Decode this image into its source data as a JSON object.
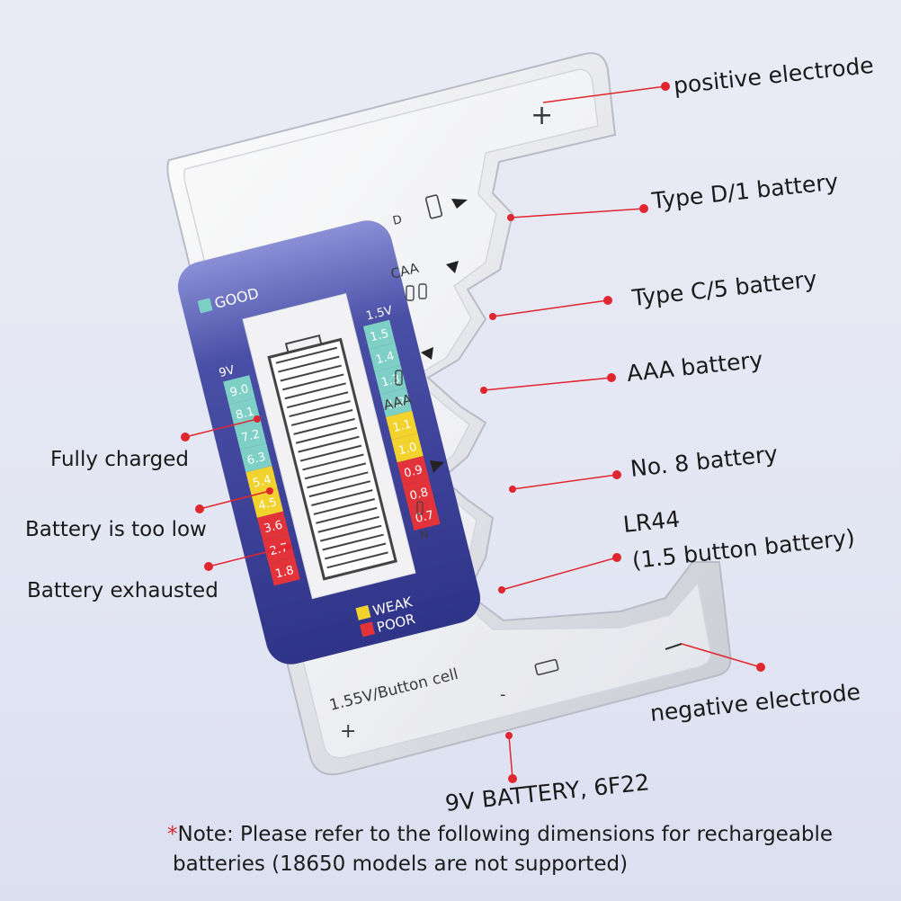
{
  "device": {
    "lcd": {
      "good_label": "GOOD",
      "weak_label": "WEAK",
      "poor_label": "POOR",
      "left_scale_header": "9V",
      "right_scale_header": "1.5V",
      "left_scale": [
        "9.0",
        "8.1",
        "7.2",
        "6.3",
        "5.4",
        "4.5",
        "3.6",
        "2.7",
        "1.8"
      ],
      "right_scale": [
        "1.5",
        "1.4",
        "1.3",
        "1.2",
        "1.1",
        "1.0",
        "0.9",
        "0.8",
        "0.7"
      ],
      "colors": {
        "good": "#7ecfc6",
        "weak": "#f2d22d",
        "poor": "#e2323a",
        "panel": "#3a3f93"
      }
    },
    "slot_marks": {
      "d": "D",
      "caa": "CAA",
      "aaa": "AAA",
      "n": "N"
    },
    "bottom_text": "1.55V/Button cell",
    "plus_sign": "+",
    "minus_sign": "-",
    "top_plus": "+"
  },
  "callouts": {
    "positive_electrode": "positive electrode",
    "type_d": "Type D/1 battery",
    "type_c": "Type C/5 battery",
    "aaa": "AAA battery",
    "no8": "No. 8 battery",
    "lr44_line1": "LR44",
    "lr44_line2": "(1.5 button battery)",
    "negative_electrode": "negative electrode",
    "nine_volt": "9V BATTERY, 6F22",
    "fully_charged": "Fully charged",
    "too_low": "Battery is too low",
    "exhausted": "Battery exhausted"
  },
  "note": {
    "star": "*",
    "line1": "Note: Please refer to the following dimensions for rechargeable",
    "line2": "batteries (18650 models are not supported)"
  },
  "accent_color": "#e0262f"
}
